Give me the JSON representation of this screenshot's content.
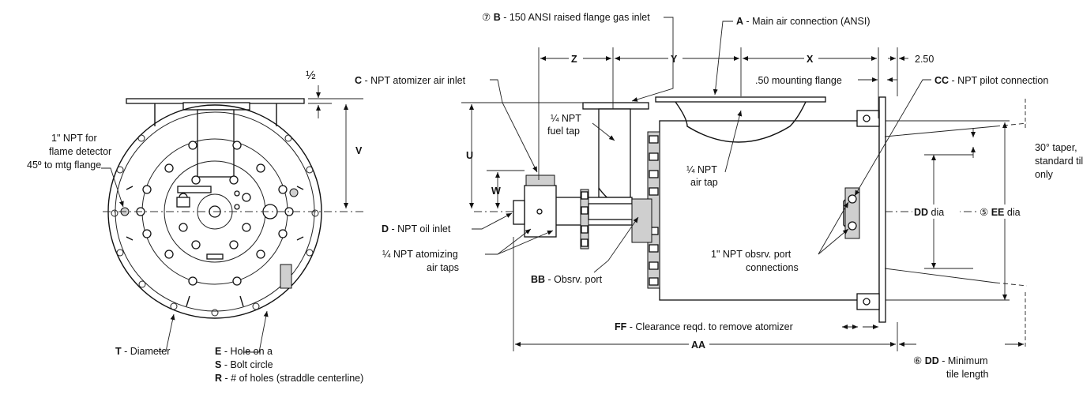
{
  "left_view": {
    "half": "½",
    "v": "V",
    "npt_detector_1": "1\" NPT for",
    "npt_detector_2": "flame detector",
    "npt_detector_3": "45º to mtg flange",
    "t_letter": "T",
    "t_text": " - Diameter",
    "e_letter": "E",
    "e_text": " - Hole on a",
    "s_letter": "S",
    "s_text": " - Bolt circle",
    "r_letter": "R",
    "r_text": " - # of holes (straddle centerline)"
  },
  "side_view": {
    "b_note_symbol": "⑦",
    "b_letter": "B",
    "b_text": " - 150 ANSI raised flange gas inlet",
    "a_letter": "A",
    "a_text": " - Main air connection (ANSI)",
    "c_letter": "C",
    "c_text": " - NPT atomizer air inlet",
    "z": "Z",
    "y": "Y",
    "x": "X",
    "dim_250": "2.50",
    "mounting_flange": ".50 mounting flange",
    "cc_letter": "CC",
    "cc_text": " - NPT pilot connection",
    "fuel_tap_1": "¼ NPT",
    "fuel_tap_2": "fuel tap",
    "air_tap_1": "¼ NPT",
    "air_tap_2": "air tap",
    "u": "U",
    "w": "W",
    "d_letter": "D",
    "d_text": " - NPT oil inlet",
    "atomizing_1": "¼ NPT atomizing",
    "atomizing_2": "air taps",
    "bb_letter": "BB",
    "bb_text": " - Obsrv. port",
    "obsrv_1": "1\" NPT obsrv. port",
    "obsrv_2": "connections",
    "taper_1": "30° taper,",
    "taper_2": "standard tile",
    "taper_3": "only",
    "dd_letter": "DD",
    "dd_text": " dia",
    "ee_note_symbol": "⑤",
    "ee_letter": "EE",
    "ee_text": " dia",
    "ff_letter": "FF",
    "ff_text": " - Clearance reqd. to remove atomizer",
    "aa": "AA",
    "dd2_note_symbol": "⑥",
    "dd2_letter": "DD",
    "dd2_text": " - Minimum",
    "dd2_text_2": "tile length"
  }
}
